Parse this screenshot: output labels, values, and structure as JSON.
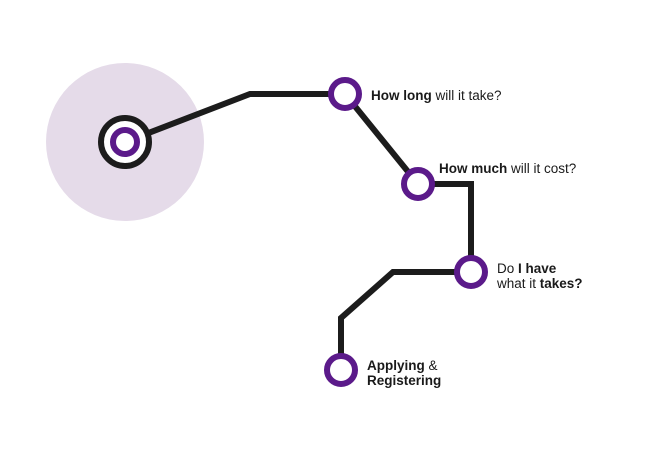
{
  "colors": {
    "accent": "#5b1a8a",
    "line": "#1c1c1c",
    "halo": "#e5dbe9",
    "text": "#1a1a1a"
  },
  "stops": [
    {
      "id": "duration",
      "label": {
        "bold": "How long",
        "rest": " will it take?"
      }
    },
    {
      "id": "cost",
      "label": {
        "bold": "How much",
        "rest": " will it cost?"
      }
    },
    {
      "id": "fit",
      "label": {
        "line1_pre": "Do ",
        "line1_bold": "I have",
        "line2_pre": "what it ",
        "line2_bold": "takes?"
      }
    },
    {
      "id": "apply",
      "label": {
        "line1_bold": "Applying",
        "line1_rest": " &",
        "line2_bold": "Registering"
      }
    }
  ]
}
